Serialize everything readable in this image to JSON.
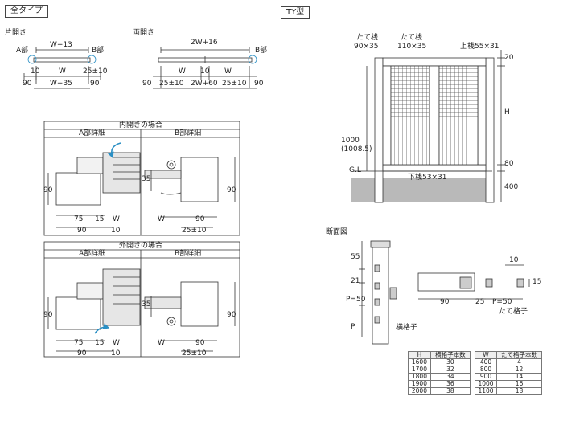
{
  "tags": {
    "all_types": "全タイプ",
    "ty_type": "TY型"
  },
  "sections": {
    "single": "片開き",
    "double": "両開き",
    "cross_section": "断面図"
  },
  "single": {
    "a": "A部",
    "b": "B部",
    "w13": "W+13",
    "w": "W",
    "w35": "W+35",
    "d10": "10",
    "d90l": "90",
    "d90r": "90",
    "d25": "25±10"
  },
  "double": {
    "b": "B部",
    "w16": "2W+16",
    "w1": "W",
    "w2": "W",
    "d10": "10",
    "w60": "2W+60",
    "d25a": "25±10",
    "d25b": "25±10",
    "d90l": "90",
    "d90r": "90"
  },
  "inner": {
    "title": "内開きの場合",
    "a_title": "A部詳細",
    "b_title": "B部詳細",
    "a": {
      "d90": "90",
      "d75": "75",
      "d15": "15",
      "w": "W",
      "d90b": "90",
      "d10": "10"
    },
    "b": {
      "d35": "35",
      "d90": "90",
      "w": "W",
      "d90b": "90",
      "d25": "25±10"
    }
  },
  "outer": {
    "title": "外開きの場合",
    "a_title": "A部詳細",
    "b_title": "B部詳細",
    "a": {
      "d90": "90",
      "d75": "75",
      "d15": "15",
      "w": "W",
      "d90b": "90",
      "d10": "10"
    },
    "b": {
      "d35": "35",
      "d90": "90",
      "w": "W",
      "d90b": "90",
      "d25": "25±10"
    }
  },
  "elevation": {
    "tate1": "たて桟",
    "tate1_dim": "90×35",
    "tate2": "たて桟",
    "tate2_dim": "110×35",
    "top_rail": "上桟55×31",
    "d20": "20",
    "h": "H",
    "d80": "80",
    "d400": "400",
    "d1000": "1000",
    "d1008": "(1008.5)",
    "gl": "G.L",
    "bottom_rail": "下桟53×31"
  },
  "section": {
    "d55": "55",
    "d21": "21",
    "p50v": "P=50",
    "pv": "P",
    "yoko": "横格子",
    "d10": "10",
    "d15": "15",
    "d90": "90",
    "d25": "25",
    "p50h": "P=50",
    "tate": "たて格子"
  },
  "table_h": {
    "headers": [
      "H",
      "横格子本数"
    ],
    "rows": [
      [
        "1600",
        "30"
      ],
      [
        "1700",
        "32"
      ],
      [
        "1800",
        "34"
      ],
      [
        "1900",
        "36"
      ],
      [
        "2000",
        "38"
      ]
    ]
  },
  "table_w": {
    "headers": [
      "W",
      "たて格子本数"
    ],
    "rows": [
      [
        "400",
        "4"
      ],
      [
        "800",
        "12"
      ],
      [
        "900",
        "14"
      ],
      [
        "1000",
        "16"
      ],
      [
        "1100",
        "18"
      ]
    ]
  },
  "colors": {
    "line": "#333333",
    "accent": "#2a8fc4",
    "ground": "#b9b9b9",
    "mesh": "#555555"
  }
}
